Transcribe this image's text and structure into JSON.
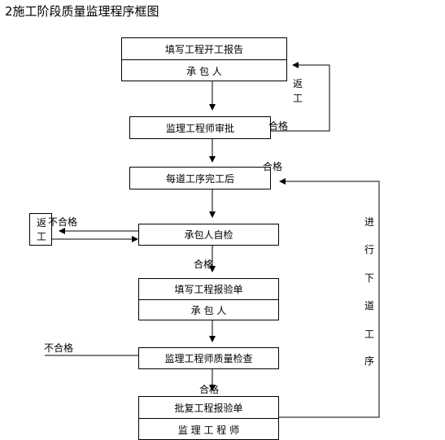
{
  "title": "2施工阶段质量监理程序框图",
  "boxes": {
    "report": {
      "top": "填写工程开工报告",
      "bottom": "承 包 人"
    },
    "engineer_approve": "监理工程师审批",
    "process_done": "每道工序完工后",
    "self_check": "承包人自检",
    "inspection_form": {
      "top": "填写工程报验单",
      "bottom": "承 包 人"
    },
    "quality_check": "监理工程师质量检查",
    "approve_form": {
      "top": "批复工程报验单",
      "bottom": "监 理 工 程 师"
    },
    "rework_box": [
      "返",
      "工"
    ]
  },
  "labels": {
    "rework_chars": [
      "返",
      "工"
    ],
    "pass_1": "合格",
    "pass_2": "合格",
    "fail_selfcheck": "不合格",
    "pass_3": "合格",
    "fail_quality": "不合格",
    "pass_4": "合格",
    "next_process_chars": [
      "进",
      "行",
      "下",
      "道",
      "工",
      "序"
    ]
  }
}
